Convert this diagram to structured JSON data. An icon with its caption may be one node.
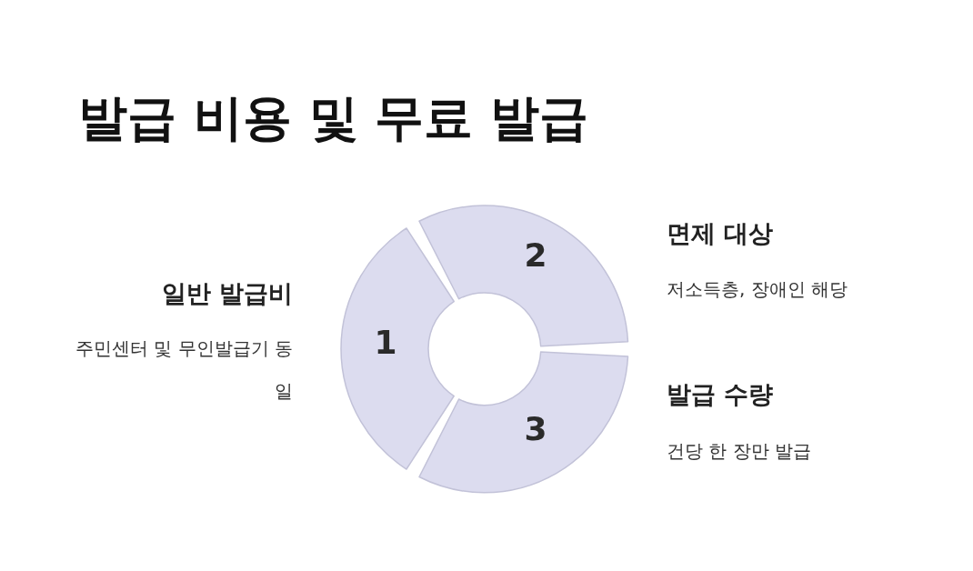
{
  "diagram": {
    "title": "발급 비용 및 무료 발급",
    "nodes": [
      {
        "text": [
          "1"
        ],
        "beside": [
          "일반 발급비",
          "주민센터 및 무인발급기 동일"
        ]
      },
      {
        "text": [
          "2"
        ],
        "beside": [
          "면제 대상",
          "저소득층, 장애인 해당"
        ]
      },
      {
        "text": [
          "3"
        ],
        "beside": [
          "발급 수량",
          "건당 한 장만 발급"
        ]
      }
    ],
    "edges": []
  }
}
